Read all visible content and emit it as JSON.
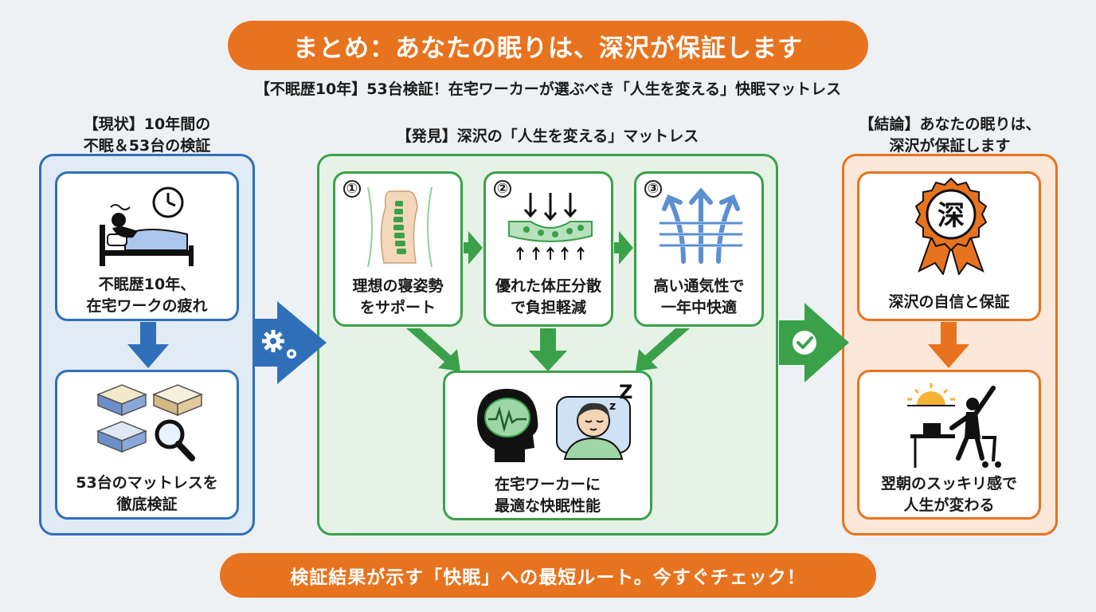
{
  "header": {
    "title": "まとめ：あなたの眠りは、深沢が保証します",
    "subtitle": "【不眠歴10年】53台検証！在宅ワーカーが選ぶべき「人生を変える」快眠マットレス"
  },
  "left": {
    "title": "【現状】10年間の\n不眠＆53台の検証",
    "card1": "不眠歴10年、\n在宅ワークの疲れ",
    "card2": "53台のマットレスを\n徹底検証"
  },
  "middle": {
    "title": "【発見】深沢の「人生を変える」マットレス",
    "items": [
      {
        "num": "①",
        "label": "理想の寝姿勢\nをサポート"
      },
      {
        "num": "②",
        "label": "優れた体圧分散\nで負担軽減"
      },
      {
        "num": "③",
        "label": "高い通気性で\n一年中快適"
      }
    ],
    "result": "在宅ワーカーに\n最適な快眠性能"
  },
  "right": {
    "title": "【結論】あなたの眠りは、\n深沢が保証します",
    "badge_char": "深",
    "card1": "深沢の自信と保証",
    "card2": "翌朝のスッキリ感で\n人生が変わる"
  },
  "footer": {
    "cta": "検証結果が示す「快眠」への最短ルート。今すぐチェック！"
  },
  "colors": {
    "orange": "#e8731f",
    "blue": "#2f6fb9",
    "green": "#3aa14a"
  },
  "icons": [
    "gears-icon",
    "check-icon",
    "clock-icon",
    "magnifier-icon",
    "sleeping-person-icon",
    "spine-icon",
    "pressure-icon",
    "airflow-icon",
    "brain-icon",
    "rosette-badge-icon",
    "sunrise-desk-icon"
  ]
}
